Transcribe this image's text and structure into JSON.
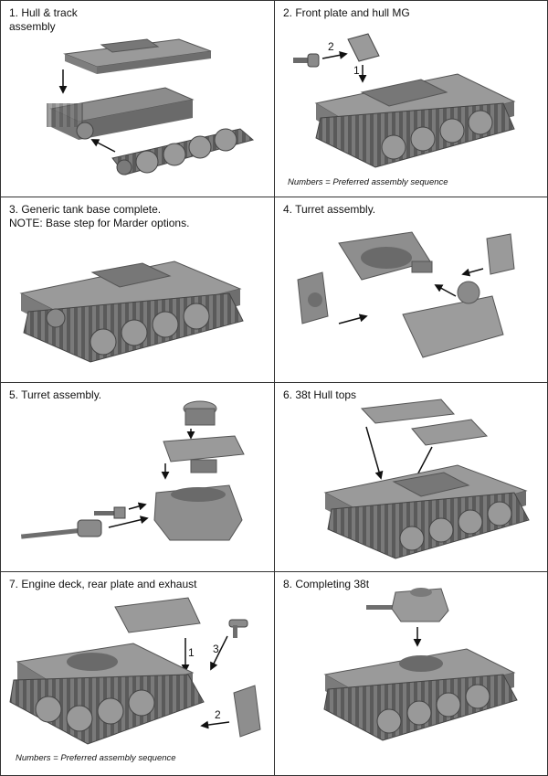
{
  "steps": [
    {
      "caption": "1. Hull & track\nassembly"
    },
    {
      "caption": "2. Front plate and hull MG",
      "note": "Numbers = Preferred assembly sequence"
    },
    {
      "caption": "3. Generic tank base complete.\nNOTE: Base step for Marder options."
    },
    {
      "caption": "4. Turret assembly."
    },
    {
      "caption": "5. Turret  assembly."
    },
    {
      "caption": "6. 38t Hull tops"
    },
    {
      "caption": "7. Engine deck, rear plate and exhaust",
      "note": "Numbers = Preferred assembly sequence"
    },
    {
      "caption": "8. Completing 38t"
    }
  ],
  "sequence_numbers": {
    "step2": [
      "2",
      "1"
    ],
    "step7": [
      "1",
      "3",
      "2"
    ]
  },
  "colors": {
    "model_grey": "#8a8a8a",
    "model_dark": "#5e5e5e",
    "model_light": "#b5b5b5",
    "arrow": "#111111"
  }
}
